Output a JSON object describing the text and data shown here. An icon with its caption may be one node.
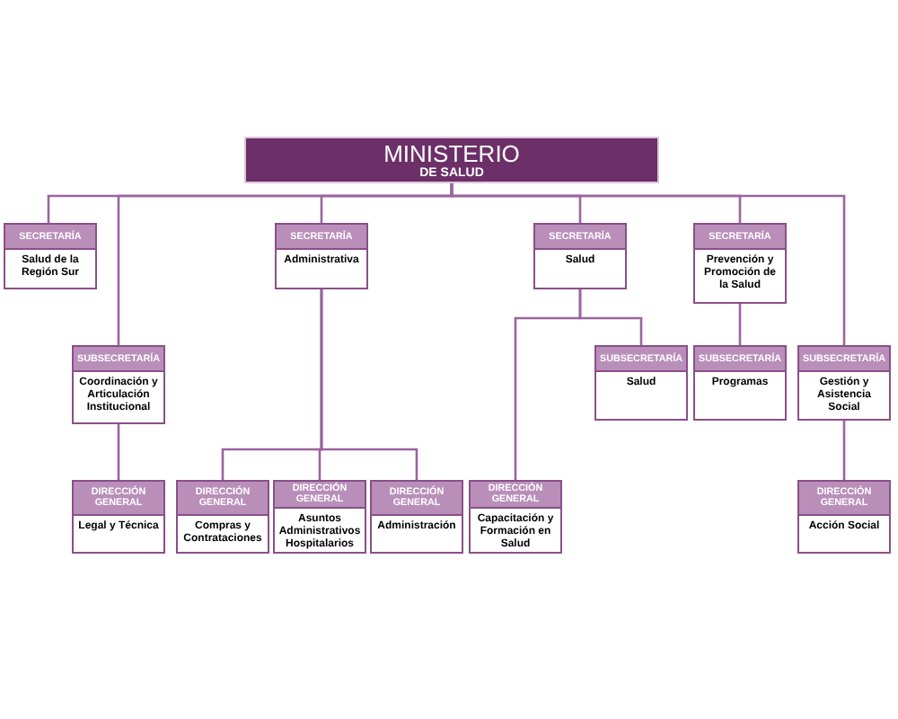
{
  "diagram": {
    "nodes": [
      {
        "text": [
          "MINISTERIO",
          "DE SALUD"
        ]
      },
      {
        "text": [
          "SECRETARÍA",
          "Salud de la Región Sur"
        ]
      },
      {
        "text": [
          "SUBSECRETARÍA",
          "Coordinación y Articulación Institucional"
        ]
      },
      {
        "text": [
          "SECRETARÍA",
          "Administrativa"
        ]
      },
      {
        "text": [
          "SECRETARÍA",
          "Salud"
        ]
      },
      {
        "text": [
          "SECRETARÍA",
          "Prevención y Promoción de la Salud"
        ]
      },
      {
        "text": [
          "SUBSECRETARÍA",
          "Salud"
        ]
      },
      {
        "text": [
          "SUBSECRETARÍA",
          "Programas"
        ]
      },
      {
        "text": [
          "SUBSECRETARÍA",
          "Gestión y Asistencia Social"
        ]
      },
      {
        "text": [
          "DIRECCIÓN GENERAL",
          "Legal y Técnica"
        ]
      },
      {
        "text": [
          "DIRECCIÓN GENERAL",
          "Compras y Contrataciones"
        ]
      },
      {
        "text": [
          "DIRECCIÓN GENERAL",
          "Asuntos Administrativos Hospitalarios"
        ]
      },
      {
        "text": [
          "DIRECCIÓN GENERAL",
          "Administración"
        ]
      },
      {
        "text": [
          "DIRECCIÓN GENERAL",
          "Capacitación y Formación en Salud"
        ]
      },
      {
        "text": [
          "DIRECCIÓN GENERAL",
          "Acción Social"
        ]
      }
    ],
    "edges": [
      {
        "from": 0,
        "to": 1,
        "arrow": "none"
      },
      {
        "from": 0,
        "to": 2,
        "arrow": "none"
      },
      {
        "from": 0,
        "to": 3,
        "arrow": "none"
      },
      {
        "from": 0,
        "to": 4,
        "arrow": "none"
      },
      {
        "from": 0,
        "to": 5,
        "arrow": "none"
      },
      {
        "from": 0,
        "to": 8,
        "arrow": "none"
      },
      {
        "from": 2,
        "to": 9,
        "arrow": "none"
      },
      {
        "from": 3,
        "to": 10,
        "arrow": "none"
      },
      {
        "from": 3,
        "to": 11,
        "arrow": "none"
      },
      {
        "from": 3,
        "to": 12,
        "arrow": "none"
      },
      {
        "from": 4,
        "to": 13,
        "arrow": "none"
      },
      {
        "from": 4,
        "to": 6,
        "arrow": "none"
      },
      {
        "from": 5,
        "to": 7,
        "arrow": "none"
      },
      {
        "from": 8,
        "to": 14,
        "arrow": "none"
      }
    ]
  }
}
